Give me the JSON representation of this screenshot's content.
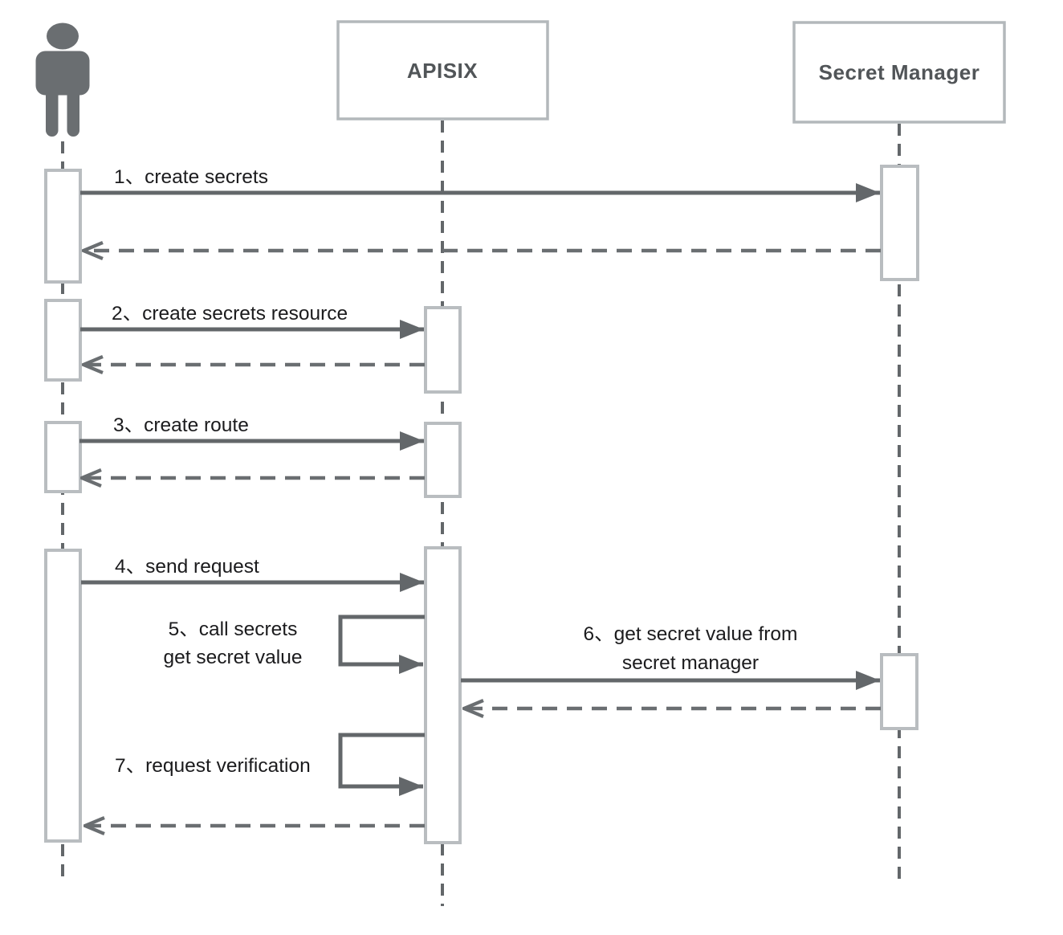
{
  "participants": {
    "user": {
      "label": "",
      "icon": "person-icon",
      "type": "actor"
    },
    "apisix": {
      "label": "APISIX",
      "type": "box"
    },
    "secretManager": {
      "label": "Secret Manager",
      "type": "box"
    }
  },
  "messages": {
    "m1": {
      "label": "1、create secrets",
      "from": "user",
      "to": "secretManager",
      "style": "solid-arrow",
      "reply": "dashed-arrow"
    },
    "m2": {
      "label": "2、create secrets resource",
      "from": "user",
      "to": "apisix",
      "style": "solid-arrow",
      "reply": "dashed-arrow"
    },
    "m3": {
      "label": "3、create route",
      "from": "user",
      "to": "apisix",
      "style": "solid-arrow",
      "reply": "dashed-arrow"
    },
    "m4": {
      "label": "4、send request",
      "from": "user",
      "to": "apisix",
      "style": "solid-arrow"
    },
    "m5": {
      "line1": "5、call secrets",
      "line2": "get secret value",
      "from": "apisix",
      "to": "apisix",
      "style": "self-call"
    },
    "m6": {
      "line1": "6、get secret value from",
      "line2": "secret manager",
      "from": "apisix",
      "to": "secretManager",
      "style": "solid-arrow",
      "reply": "dashed-arrow"
    },
    "m7": {
      "label": "7、request verification",
      "from": "apisix",
      "to": "apisix",
      "style": "self-call"
    },
    "finalReply": {
      "label": "",
      "from": "apisix",
      "to": "user",
      "style": "dashed-arrow"
    }
  },
  "colors": {
    "background": "#ffffff",
    "solid_line": "#63676a",
    "dashed_return_line": "#6a6e71",
    "lifeline": "#63676a",
    "participant_box_border": "#b3b8bb",
    "activation_border": "#b9bdc0",
    "participant_title_text": "#515558",
    "message_text": "#1b1b1d",
    "actor_icon": "#6a6e71"
  }
}
